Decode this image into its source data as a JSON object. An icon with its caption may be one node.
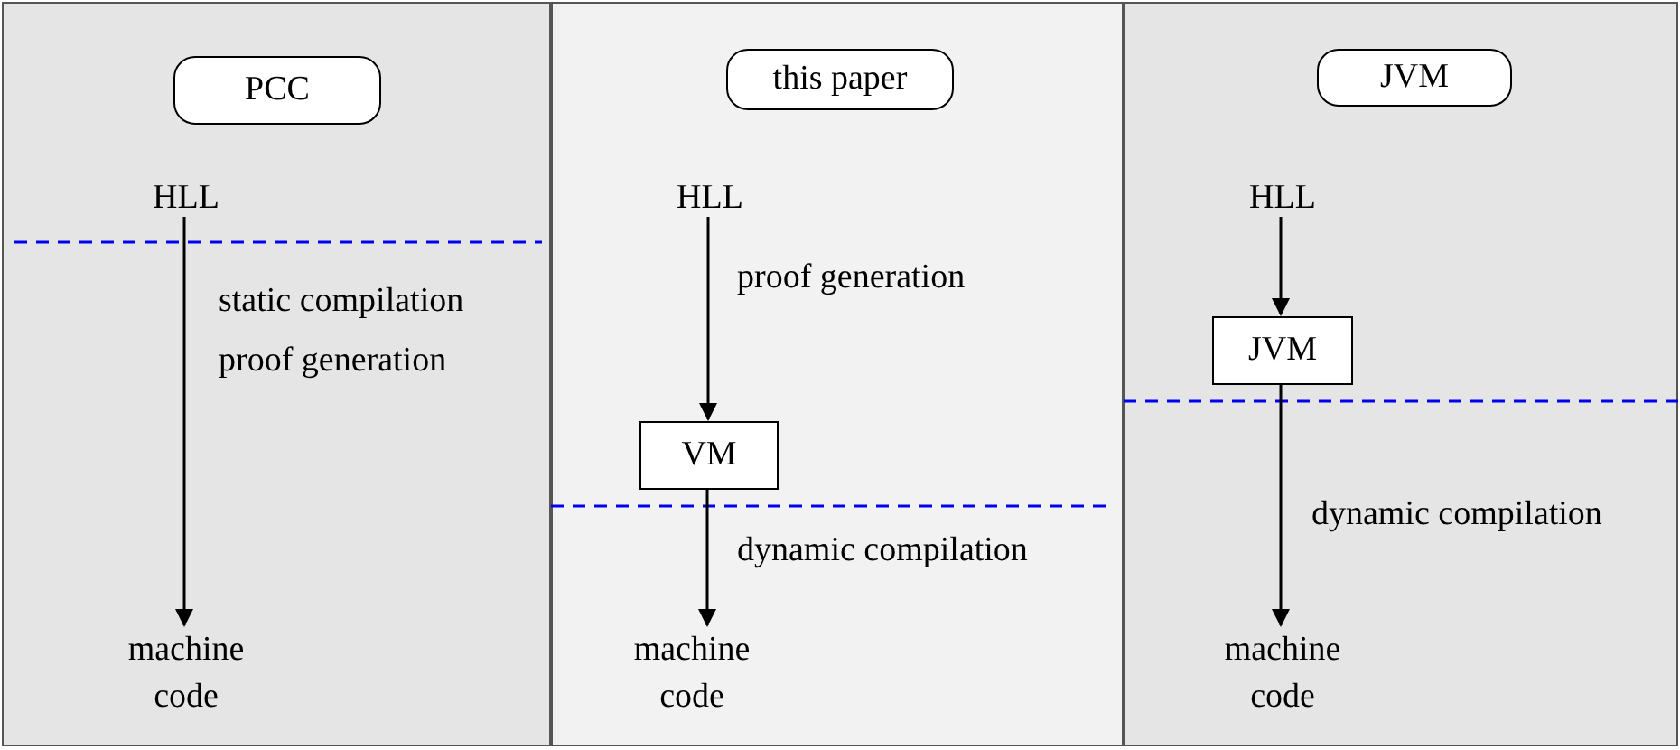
{
  "diagram": {
    "nodes": [
      {
        "text": [],
        "shape": "box"
      },
      {
        "text": [
          "PCC"
        ],
        "in": 0
      },
      {
        "text": [
          "HLL"
        ],
        "in": 0
      },
      {
        "text": [
          "machine code"
        ],
        "in": 0
      },
      {
        "text": [],
        "shape": "box"
      },
      {
        "text": [
          "this paper"
        ],
        "in": 4
      },
      {
        "text": [
          "HLL"
        ],
        "in": 4
      },
      {
        "text": [
          "VM"
        ],
        "in": 4
      },
      {
        "text": [
          "machine code"
        ],
        "in": 4
      },
      {
        "text": [],
        "shape": "box"
      },
      {
        "text": [
          "JVM"
        ],
        "in": 9
      },
      {
        "text": [
          "HLL"
        ],
        "in": 9
      },
      {
        "text": [
          "JVM"
        ],
        "in": 9
      },
      {
        "text": [
          "machine code"
        ],
        "in": 9
      }
    ],
    "edges": [
      {
        "from": 2,
        "to": 3,
        "arrow": "to",
        "label": "static compilation proof generation"
      },
      {
        "from": 6,
        "to": 7,
        "arrow": "to",
        "label": "proof generation"
      },
      {
        "from": 7,
        "to": 8,
        "arrow": "to",
        "label": "dynamic compilation"
      },
      {
        "from": 11,
        "to": 12,
        "arrow": "to"
      },
      {
        "from": 12,
        "to": 13,
        "arrow": "to",
        "label": "dynamic compilation"
      }
    ]
  }
}
